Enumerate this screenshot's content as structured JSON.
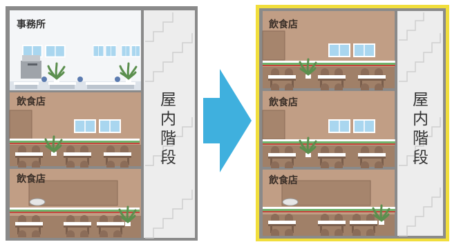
{
  "before": {
    "floors": [
      {
        "label": "事務所",
        "kind": "office"
      },
      {
        "label": "飲食店",
        "kind": "restaurant"
      },
      {
        "label": "飲食店",
        "kind": "restaurant"
      }
    ],
    "stairs_label": [
      "屋",
      "内",
      "階",
      "段"
    ]
  },
  "after": {
    "floors": [
      {
        "label": "飲食店",
        "kind": "restaurant"
      },
      {
        "label": "飲食店",
        "kind": "restaurant"
      },
      {
        "label": "飲食店",
        "kind": "restaurant"
      }
    ],
    "stairs_label": [
      "屋",
      "内",
      "階",
      "段"
    ],
    "highlight_color": "#f1de3c"
  },
  "colors": {
    "frame": "#8a8a8a",
    "restaurant_wall": "#c19e85",
    "restaurant_floor": "#a08068",
    "office_wall": "#f4f6f8",
    "stairs_bg": "#ededed",
    "arrow": "#3fb0de",
    "window": "#a9d6ef"
  },
  "icons": [
    "arrow-right-icon",
    "plant-icon",
    "table-icon",
    "window-icon",
    "copier-icon",
    "stairs-icon"
  ]
}
